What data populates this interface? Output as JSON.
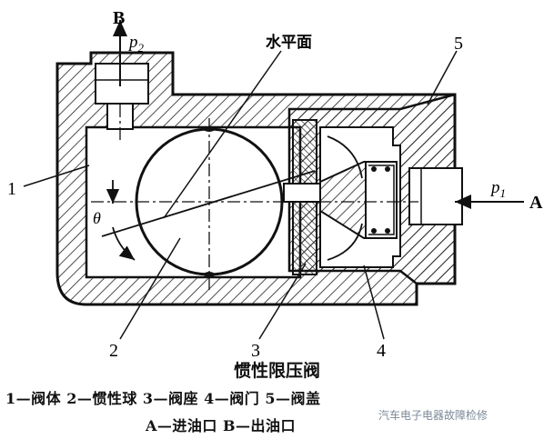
{
  "figure": {
    "labels": {
      "B": "B",
      "p2": "p",
      "p2_sub": "2",
      "horizontal_plane": "水平面",
      "n5": "5",
      "n1": "1",
      "theta": "θ",
      "p1": "p",
      "p1_sub": "1",
      "A": "A",
      "n2": "2",
      "n3": "3",
      "n4": "4"
    },
    "caption": {
      "title": "惯性限压阀",
      "legend_line1": "1—阀体   2—惯性球   3—阀座   4—阀门   5—阀盖",
      "legend_line2": "A—进油口   B—出油口"
    },
    "watermark": "汽车电子电器故障检修"
  }
}
